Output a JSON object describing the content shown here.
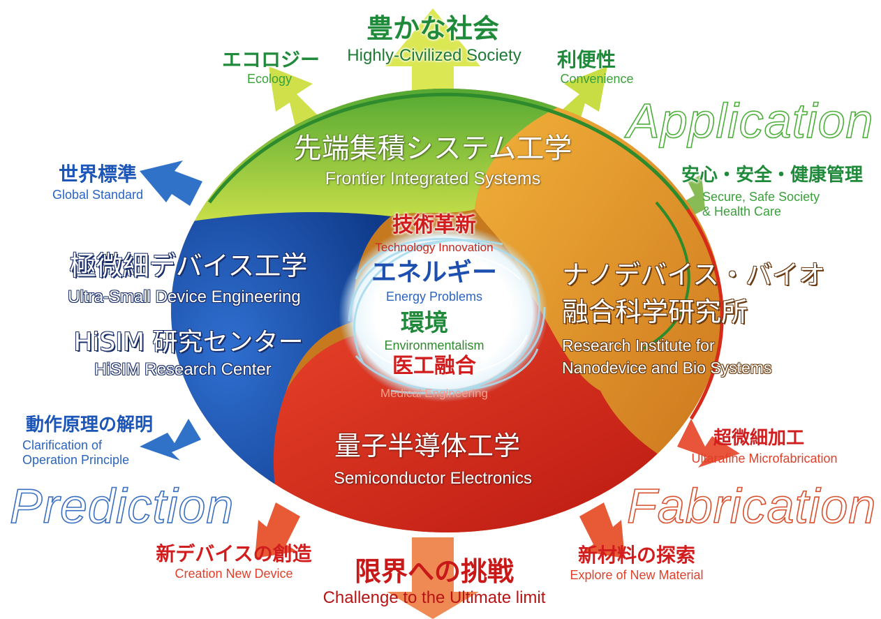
{
  "top": {
    "goal_jp": "豊かな社会",
    "goal_en": "Highly-Civilized Society",
    "ecology_jp": "エコロジー",
    "ecology_en": "Ecology",
    "convenience_jp": "利便性",
    "convenience_en": "Convenience"
  },
  "corners": {
    "application": "Application",
    "prediction": "Prediction",
    "fabrication": "Fabrication"
  },
  "right": {
    "secure_jp": "安心・安全・健康管理",
    "secure_en": "Secure, Safe Society\n& Health Care",
    "micro_jp": "超微細加工",
    "micro_en": "Ultarafine Microfabrication"
  },
  "left": {
    "global_jp": "世界標準",
    "global_en": "Global Standard",
    "operation_jp": "動作原理の解明",
    "operation_en": "Clarification of\nOperation Principle"
  },
  "segments": {
    "frontier_jp": "先端集積システム工学",
    "frontier_en": "Frontier Integrated Systems",
    "ultra_jp": "極微細デバイス工学",
    "ultra_en": "Ultra-Small Device Engineering",
    "hisim_jp": "HiSIM 研究センター",
    "hisim_en": "HiSIM Research Center",
    "nano_jp1": "ナノデバイス・バイオ",
    "nano_jp2": "融合科学研究所",
    "nano_en1": "Research Institute for",
    "nano_en2": "Nanodevice and Bio Systems",
    "semi_jp": "量子半導体工学",
    "semi_en": "Semiconductor Electronics"
  },
  "core": {
    "tech_jp": "技術革新",
    "tech_en": "Technology Innovation",
    "energy_jp": "エネルギー",
    "energy_en": "Energy Problems",
    "env_jp": "環境",
    "env_en": "Environmentalism",
    "medical_jp": "医工融合",
    "medical_en": "Medical Engineering"
  },
  "bottom": {
    "device_jp": "新デバイスの創造",
    "device_en": "Creation New Device",
    "limit_jp": "限界への挑戦",
    "limit_en": "Challenge to the Ultimate limit",
    "material_jp": "新材料の探索",
    "material_en": "Explore of New Material"
  },
  "colors": {
    "green": "#1f8a3a",
    "blue": "#1c56b8",
    "red": "#d11d1d",
    "orange": "#c6791f"
  }
}
